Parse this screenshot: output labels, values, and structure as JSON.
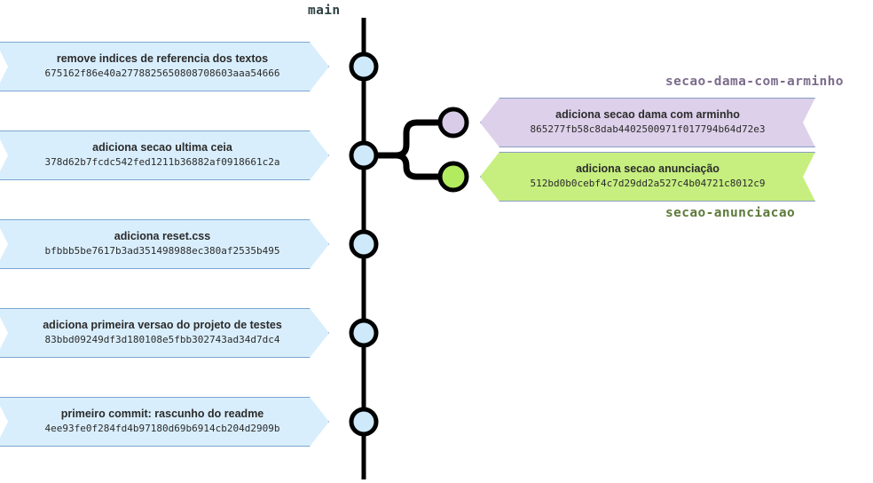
{
  "graph": {
    "type": "git-commit-graph",
    "branches": [
      {
        "id": "main",
        "name": "main",
        "name_color": "#2d3f42",
        "node_color": "#cde9fa",
        "tag_color": "#d9eefc"
      },
      {
        "id": "secao-dama-com-arminho",
        "name": "secao-dama-com-arminho",
        "name_color": "#7c6c8c",
        "node_color": "#d9cce8",
        "tag_color": "#ddd0ea"
      },
      {
        "id": "secao-anunciacao",
        "name": "secao-anunciacao",
        "name_color": "#5d7a3a",
        "node_color": "#b2eb5f",
        "tag_color": "#c6ef7f"
      }
    ],
    "commits": [
      {
        "branch": "main",
        "side": "left",
        "title": "remove indices de referencia dos textos",
        "hash": "675162f86e40a2778825650808708603aaa54666"
      },
      {
        "branch": "main",
        "side": "left",
        "title": "adiciona secao ultima ceia",
        "hash": "378d62b7fcdc542fed1211b36882af0918661c2a"
      },
      {
        "branch": "main",
        "side": "left",
        "title": "adiciona reset.css",
        "hash": "bfbbb5be7617b3ad351498988ec380af2535b495"
      },
      {
        "branch": "main",
        "side": "left",
        "title": "adiciona primeira versao do projeto de testes",
        "hash": "83bbd09249df3d180108e5fbb302743ad34d7dc4"
      },
      {
        "branch": "main",
        "side": "left",
        "title": "primeiro commit: rascunho do readme",
        "hash": "4ee93fe0f284fd4b97180d69b6914cb204d2909b"
      },
      {
        "branch": "secao-dama-com-arminho",
        "side": "right",
        "title": "adiciona secao dama com arminho",
        "hash": "865277fb58c8dab4402500971f017794b64d72e3"
      },
      {
        "branch": "secao-anunciacao",
        "side": "right",
        "title": "adiciona secao anunciação",
        "hash": "512bd0b0cebf4c7d29dd2a527c4b04721c8012c9"
      }
    ]
  }
}
